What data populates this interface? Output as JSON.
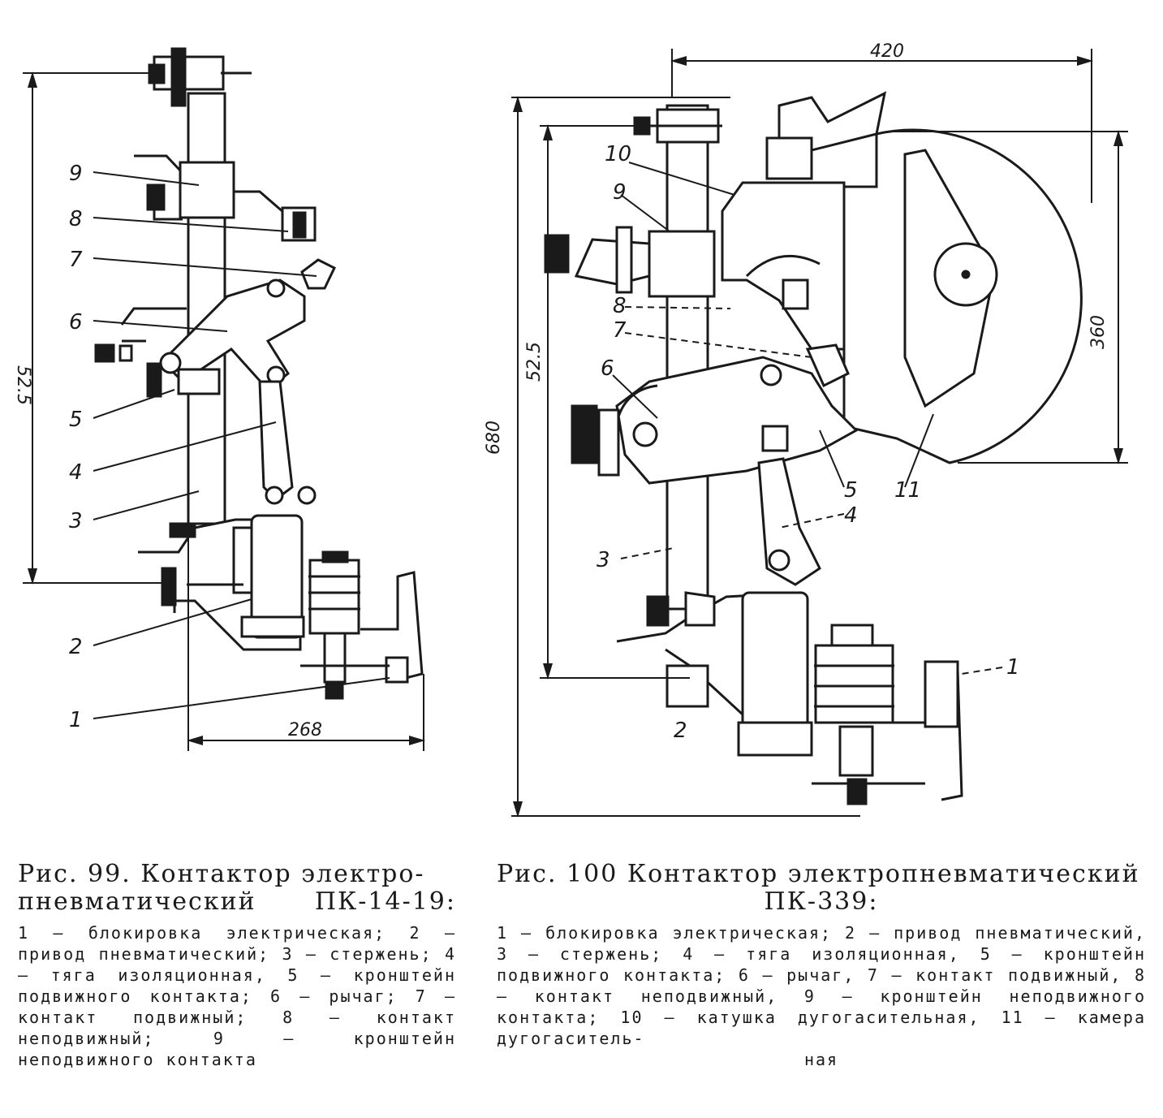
{
  "figure99": {
    "dims": {
      "height": "52.5",
      "width": "268"
    },
    "labels": [
      "9",
      "8",
      "7",
      "6",
      "5",
      "4",
      "3",
      "2",
      "1"
    ],
    "caption": {
      "title": "Рис. 99. Контактор электро-",
      "title_cont": "пневматический",
      "model": "ПК-14-19:",
      "body": "1 — блокировка электрическая; 2 — привод пневматический; 3 — стержень; 4 — тяга изоляционная, 5 — кронштейн подвижного контакта; 6 — рычаг; 7 — контакт подвижный; 8 — контакт неподвижный; 9 — кронштейн неподвижного контакта"
    }
  },
  "figure100": {
    "dims": {
      "width": "420",
      "height_total": "680",
      "height_inner": "52.5",
      "chamber": "360"
    },
    "labels": [
      "10",
      "9",
      "8",
      "7",
      "6",
      "5",
      "11",
      "4",
      "3",
      "2",
      "1"
    ],
    "caption": {
      "title": "Рис. 100 Контактор электропневматический",
      "model": "ПК-339:",
      "body": "1 — блокировка электрическая; 2 — привод пневматический, 3 — стержень; 4 — тяга изоляционная, 5 — кронштейн подвижного контакта; 6 — рычаг, 7 — контакт подвижный, 8 — контакт неподвижный, 9 — кронштейн неподвижного контакта; 10 — катушка дугогасительная, 11 — камера дугогаситель-",
      "body_end": "ная"
    }
  }
}
